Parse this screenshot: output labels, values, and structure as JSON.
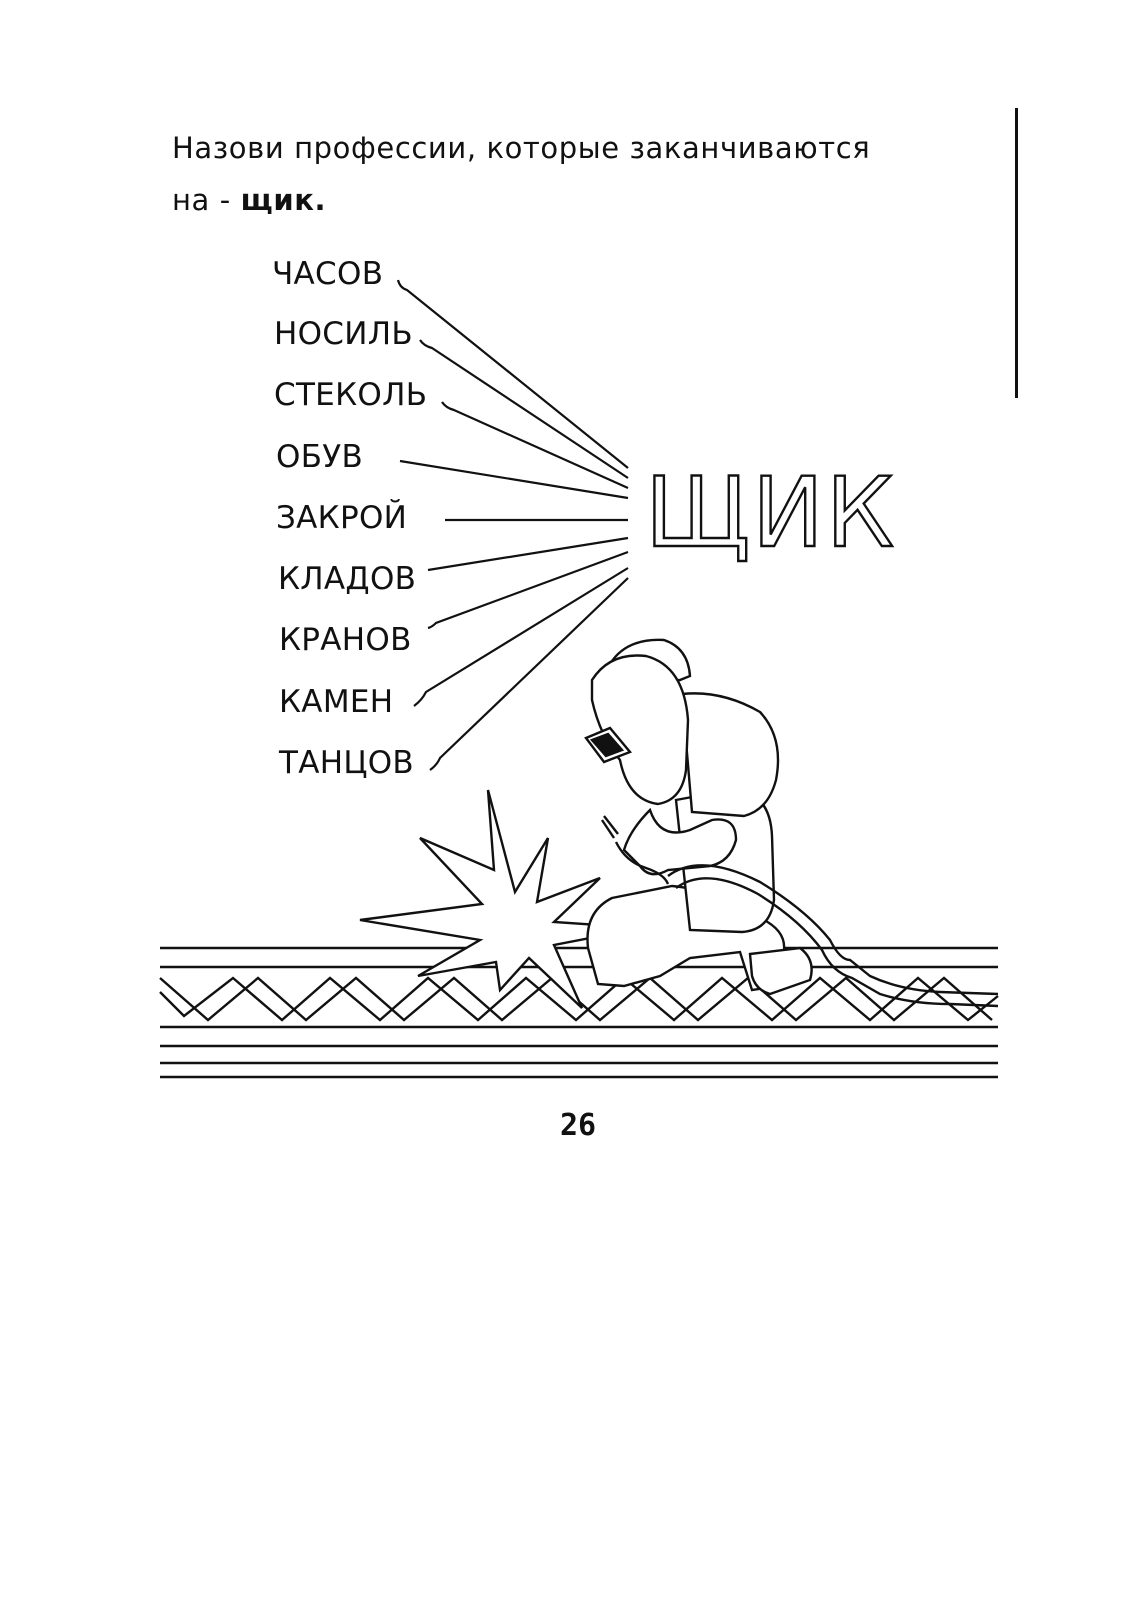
{
  "instruction": {
    "line1": "Назови профессии, которые заканчиваются",
    "prefix": "на -",
    "suffix_bold": "щик."
  },
  "words": [
    "ЧАСОВ",
    "НОСИЛЬ",
    "СТЕКОЛЬ",
    "ОБУВ",
    "ЗАКРОЙ",
    "КЛАДОВ",
    "КРАНОВ",
    "КАМЕН",
    "ТАНЦОВ"
  ],
  "target_suffix": "ЩИК",
  "illustration": "welder-icon",
  "page_number": "26"
}
